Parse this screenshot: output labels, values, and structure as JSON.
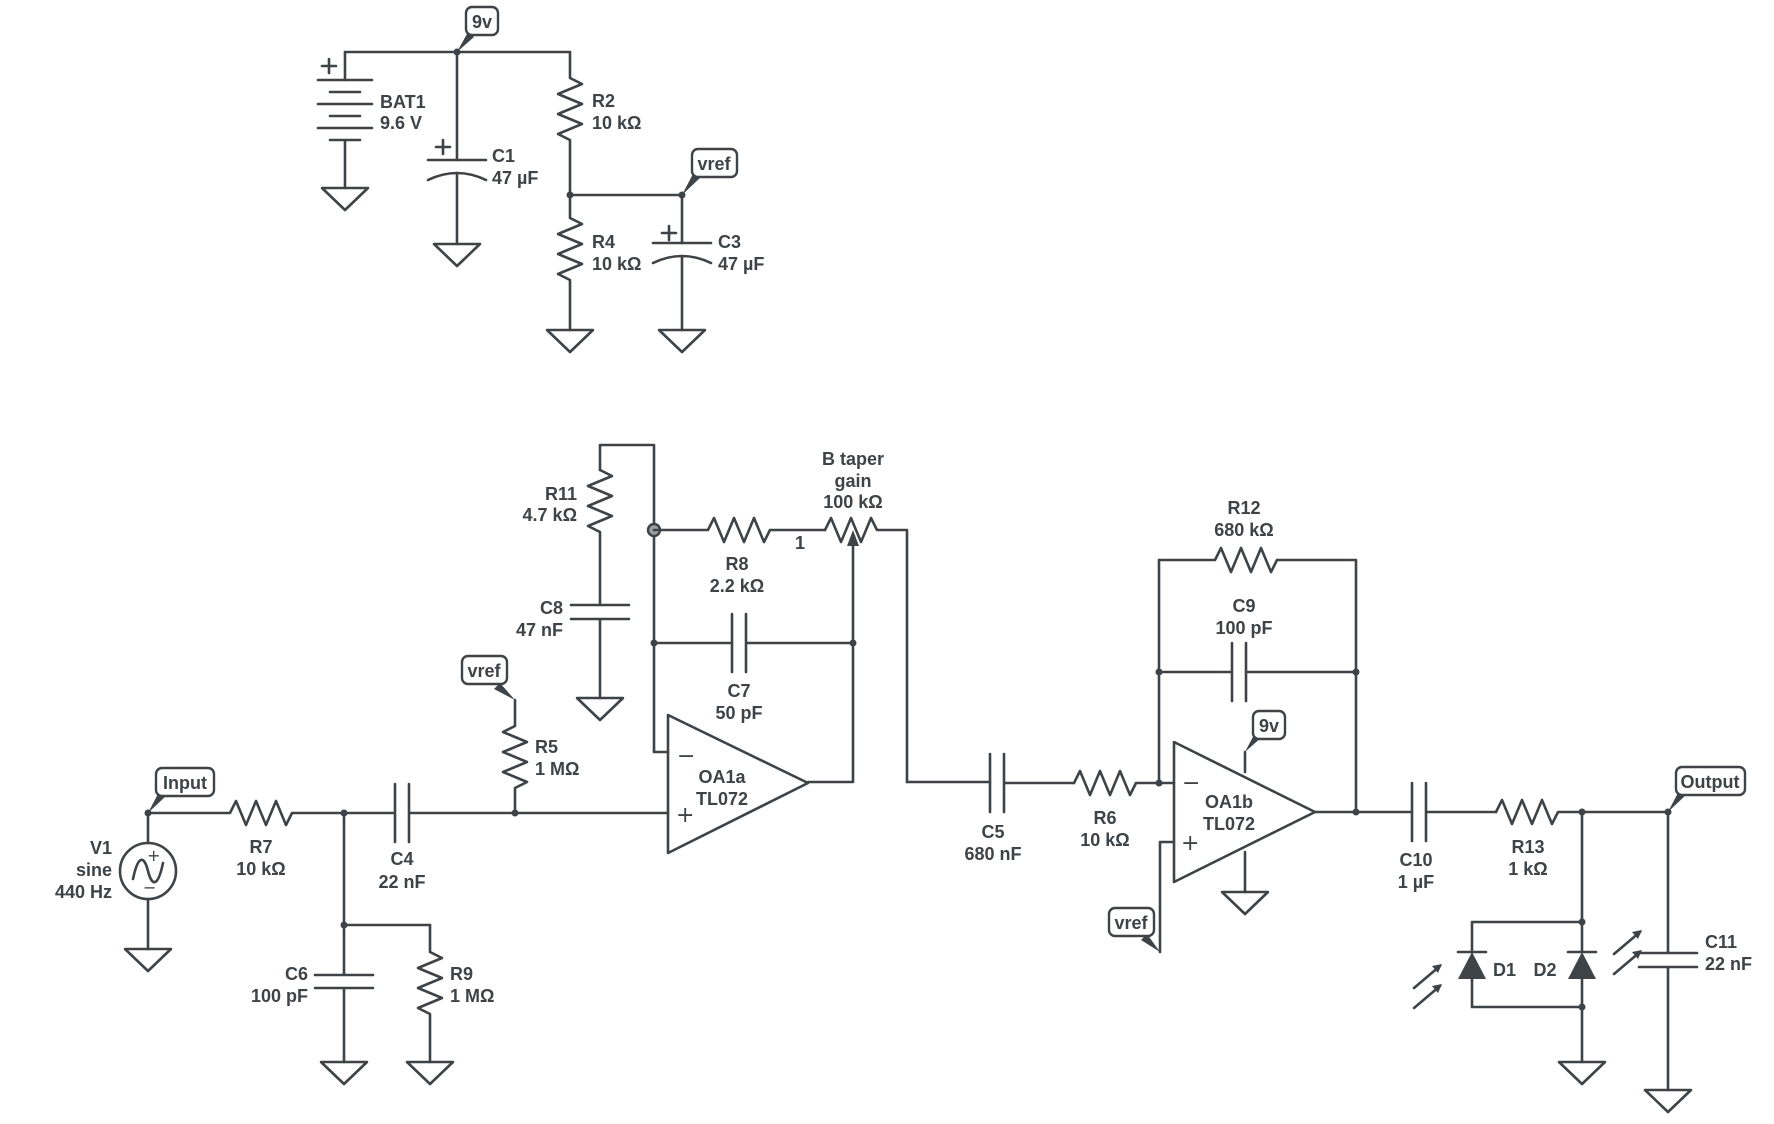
{
  "nets": {
    "supply": "9v",
    "reference": "vref",
    "input": "Input",
    "output": "Output"
  },
  "components": {
    "bat1": {
      "name": "BAT1",
      "value": "9.6 V"
    },
    "c1": {
      "name": "C1",
      "value": "47 µF"
    },
    "r2": {
      "name": "R2",
      "value": "10 kΩ"
    },
    "r4": {
      "name": "R4",
      "value": "10 kΩ"
    },
    "c3": {
      "name": "C3",
      "value": "47 µF"
    },
    "v1": {
      "name": "V1",
      "type": "sine",
      "freq": "440 Hz"
    },
    "r7": {
      "name": "R7",
      "value": "10 kΩ"
    },
    "c4": {
      "name": "C4",
      "value": "22 nF"
    },
    "c6": {
      "name": "C6",
      "value": "100 pF"
    },
    "r9": {
      "name": "R9",
      "value": "1 MΩ"
    },
    "r5": {
      "name": "R5",
      "value": "1 MΩ"
    },
    "r11": {
      "name": "R11",
      "value": "4.7 kΩ"
    },
    "c8": {
      "name": "C8",
      "value": "47 nF"
    },
    "r8": {
      "name": "R8",
      "value": "2.2 kΩ"
    },
    "c7": {
      "name": "C7",
      "value": "50 pF"
    },
    "pot": {
      "line1": "B taper",
      "line2": "gain",
      "value": "100 kΩ",
      "pin": "1"
    },
    "oa1a": {
      "name": "OA1a",
      "part": "TL072"
    },
    "c5": {
      "name": "C5",
      "value": "680 nF"
    },
    "r6": {
      "name": "R6",
      "value": "10 kΩ"
    },
    "r12": {
      "name": "R12",
      "value": "680 kΩ"
    },
    "c9": {
      "name": "C9",
      "value": "100 pF"
    },
    "oa1b": {
      "name": "OA1b",
      "part": "TL072"
    },
    "c10": {
      "name": "C10",
      "value": "1 µF"
    },
    "r13": {
      "name": "R13",
      "value": "1 kΩ"
    },
    "d1": {
      "name": "D1"
    },
    "d2": {
      "name": "D2"
    },
    "c11": {
      "name": "C11",
      "value": "22 nF"
    }
  },
  "colors": {
    "ink": "#3d4347",
    "background": "#ffffff"
  }
}
